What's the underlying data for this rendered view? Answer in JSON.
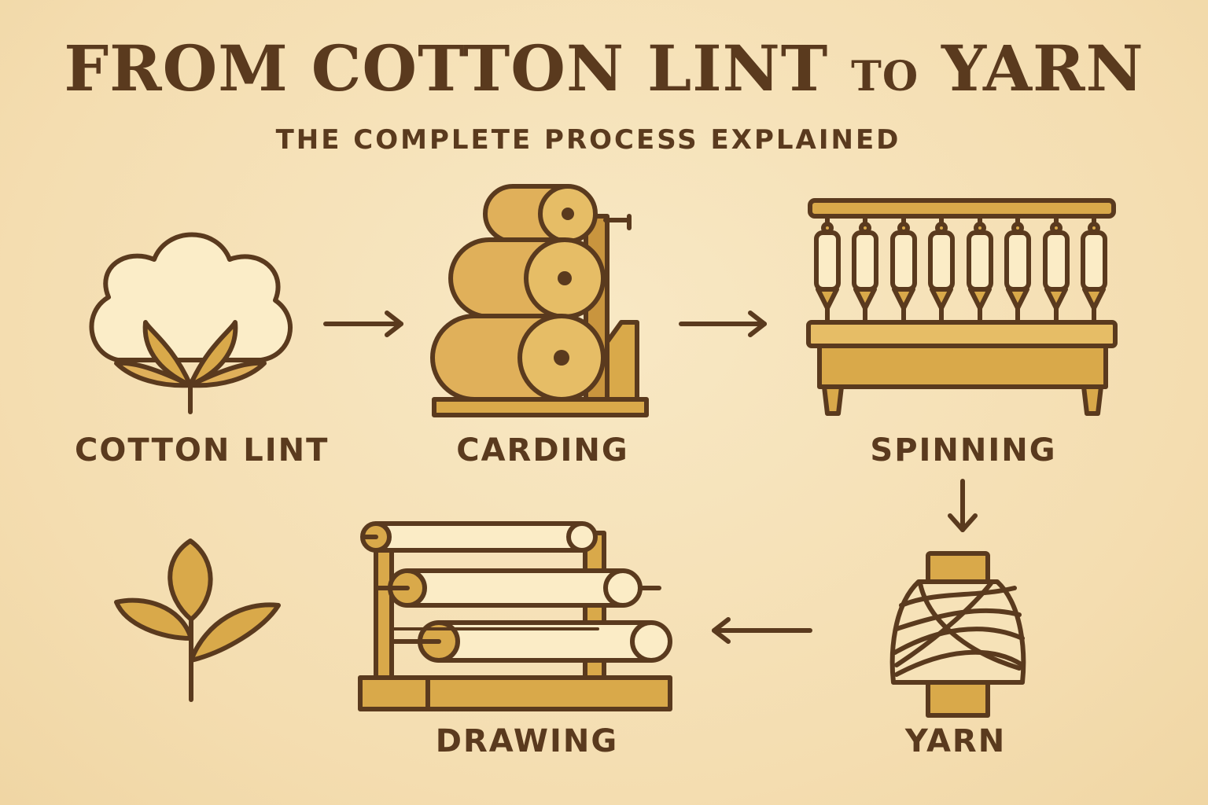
{
  "header": {
    "title_main": "FROM COTTON LINT",
    "title_to": "TO",
    "title_end": "YARN",
    "subtitle": "THE COMPLETE PROCESS EXPLAINED"
  },
  "steps": [
    {
      "label": "COTTON LINT",
      "icon": "cotton-boll-icon"
    },
    {
      "label": "CARDING",
      "icon": "carding-machine-icon"
    },
    {
      "label": "SPINNING",
      "icon": "spinning-frame-icon"
    },
    {
      "label": "YARN",
      "icon": "yarn-cone-icon"
    },
    {
      "label": "DRAWING",
      "icon": "drawing-frame-icon"
    }
  ],
  "decorations": {
    "icon": "leaf-sprig-icon"
  },
  "colors": {
    "background": "#f6e3bb",
    "ink": "#5a3a1e",
    "gold": "#d9a94a",
    "gold_light": "#e6bd66",
    "cream": "#fbecc6"
  }
}
